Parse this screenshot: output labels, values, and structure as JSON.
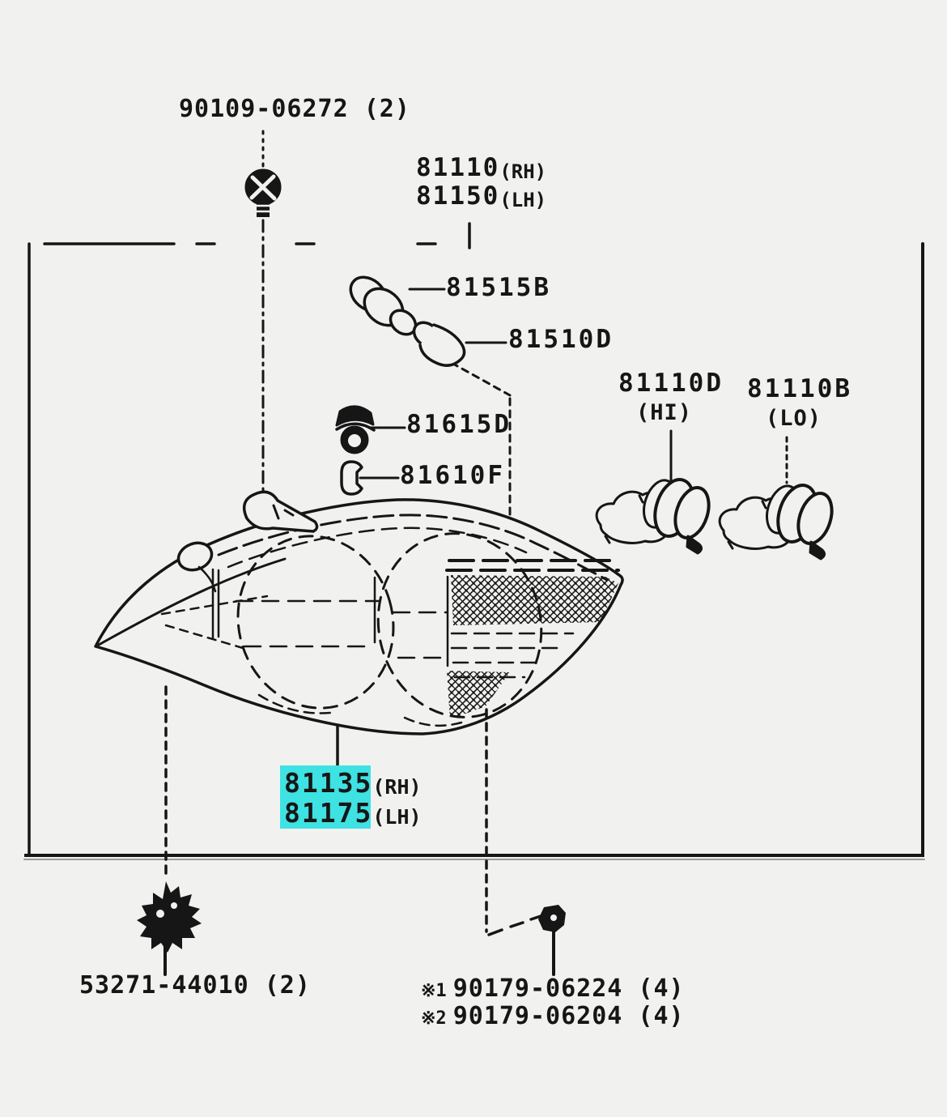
{
  "diagram": {
    "kind": "headlamp-assembly-parts-diagram",
    "labels": {
      "bolt_top": {
        "text": "90109-06272 (2)"
      },
      "assy_rh": {
        "code": "81110",
        "side": "(RH)"
      },
      "assy_lh": {
        "code": "81150",
        "side": "(LH)"
      },
      "socket_81515b": {
        "text": "81515B"
      },
      "bulb_81510d": {
        "text": "81510D"
      },
      "bulb_hi": {
        "code": "81110D",
        "beam": "(HI)"
      },
      "bulb_lo": {
        "code": "81110B",
        "beam": "(LO)"
      },
      "socket_81615d": {
        "text": "81615D"
      },
      "grommet_81610f": {
        "text": "81610F"
      },
      "lens_rh": {
        "code": "81135",
        "side": "(RH)"
      },
      "lens_lh": {
        "code": "81175",
        "side": "(LH)"
      },
      "clip_bottom": {
        "text": "53271-44010 (2)"
      },
      "nut_note1": {
        "prefix": "※1",
        "text": "90179-06224 (4)"
      },
      "nut_note2": {
        "prefix": "※2",
        "text": "90179-06204 (4)"
      }
    },
    "icons": {
      "top_fastener": "screw-bolt-icon",
      "socket_81515b": "bulb-socket-icon",
      "bulb_81510d": "wedge-bulb-icon",
      "bulb_hi": "halogen-bulb-icon",
      "bulb_lo": "halogen-bulb-icon",
      "socket_81615d": "socket-plug-icon",
      "grommet_81610f": "grommet-icon",
      "clip_bottom": "retainer-clip-icon",
      "nut_bottom": "flange-nut-icon",
      "main_drawing": "headlamp-assembly-drawing"
    }
  },
  "colors": {
    "background": "#F1F1EF",
    "ink": "#161616",
    "highlight": "#3FE2E2"
  }
}
